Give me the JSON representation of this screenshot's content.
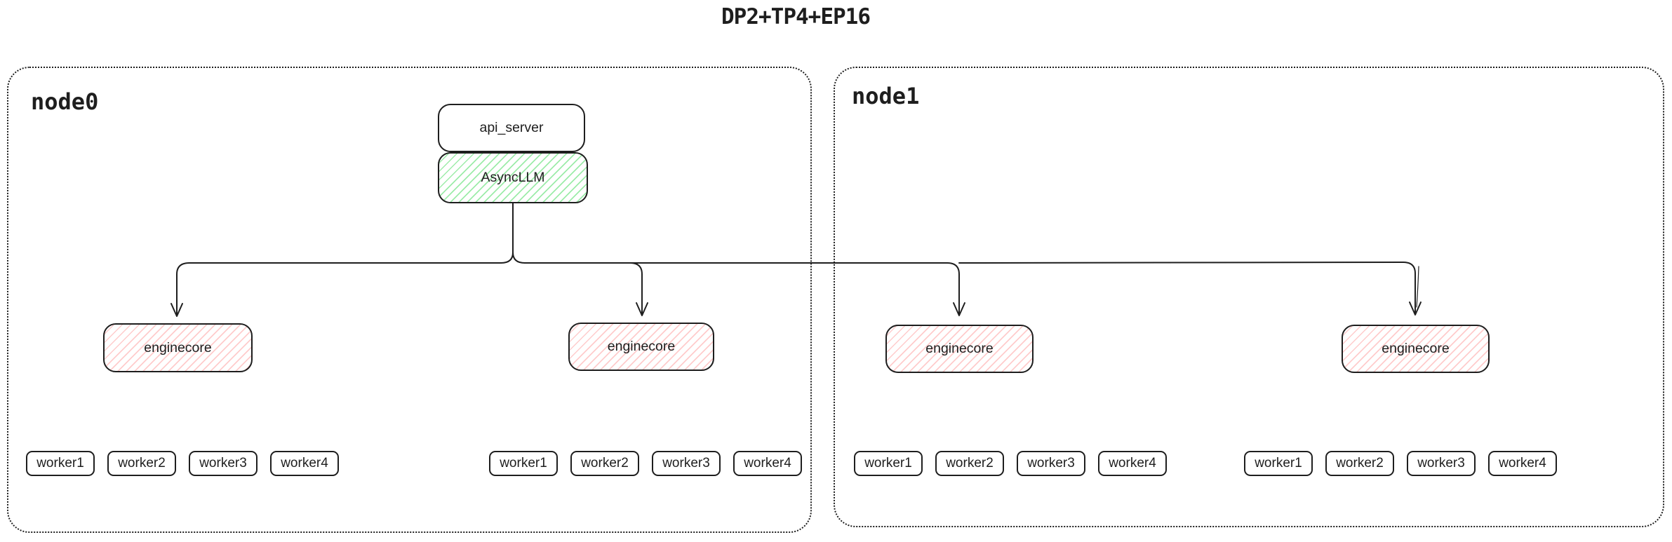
{
  "diagram_title": "DP2+TP4+EP16",
  "nodes": [
    {
      "label": "node0",
      "api_server": {
        "label": "api_server"
      },
      "async_llm": {
        "label": "AsyncLLM"
      },
      "enginecores": [
        {
          "label": "enginecore",
          "workers": [
            "worker1",
            "worker2",
            "worker3",
            "worker4"
          ]
        },
        {
          "label": "enginecore",
          "workers": [
            "worker1",
            "worker2",
            "worker3",
            "worker4"
          ]
        }
      ]
    },
    {
      "label": "node1",
      "enginecores": [
        {
          "label": "enginecore",
          "workers": [
            "worker1",
            "worker2",
            "worker3",
            "worker4"
          ]
        },
        {
          "label": "enginecore",
          "workers": [
            "worker1",
            "worker2",
            "worker3",
            "worker4"
          ]
        }
      ]
    }
  ],
  "edges": [
    {
      "from": "AsyncLLM",
      "to": "node0 enginecore 1",
      "style": "arrow"
    },
    {
      "from": "AsyncLLM",
      "to": "node0 enginecore 2",
      "style": "arrow"
    },
    {
      "from": "AsyncLLM",
      "to": "node1 enginecore 1",
      "style": "arrow"
    },
    {
      "from": "AsyncLLM",
      "to": "node1 enginecore 2",
      "style": "arrow"
    }
  ],
  "colors": {
    "stroke": "#1e1e1e",
    "background": "#ffffff",
    "async_llm_hatch_green": "#8ce99a",
    "enginecore_hatch_red": "#ffc9c9"
  }
}
